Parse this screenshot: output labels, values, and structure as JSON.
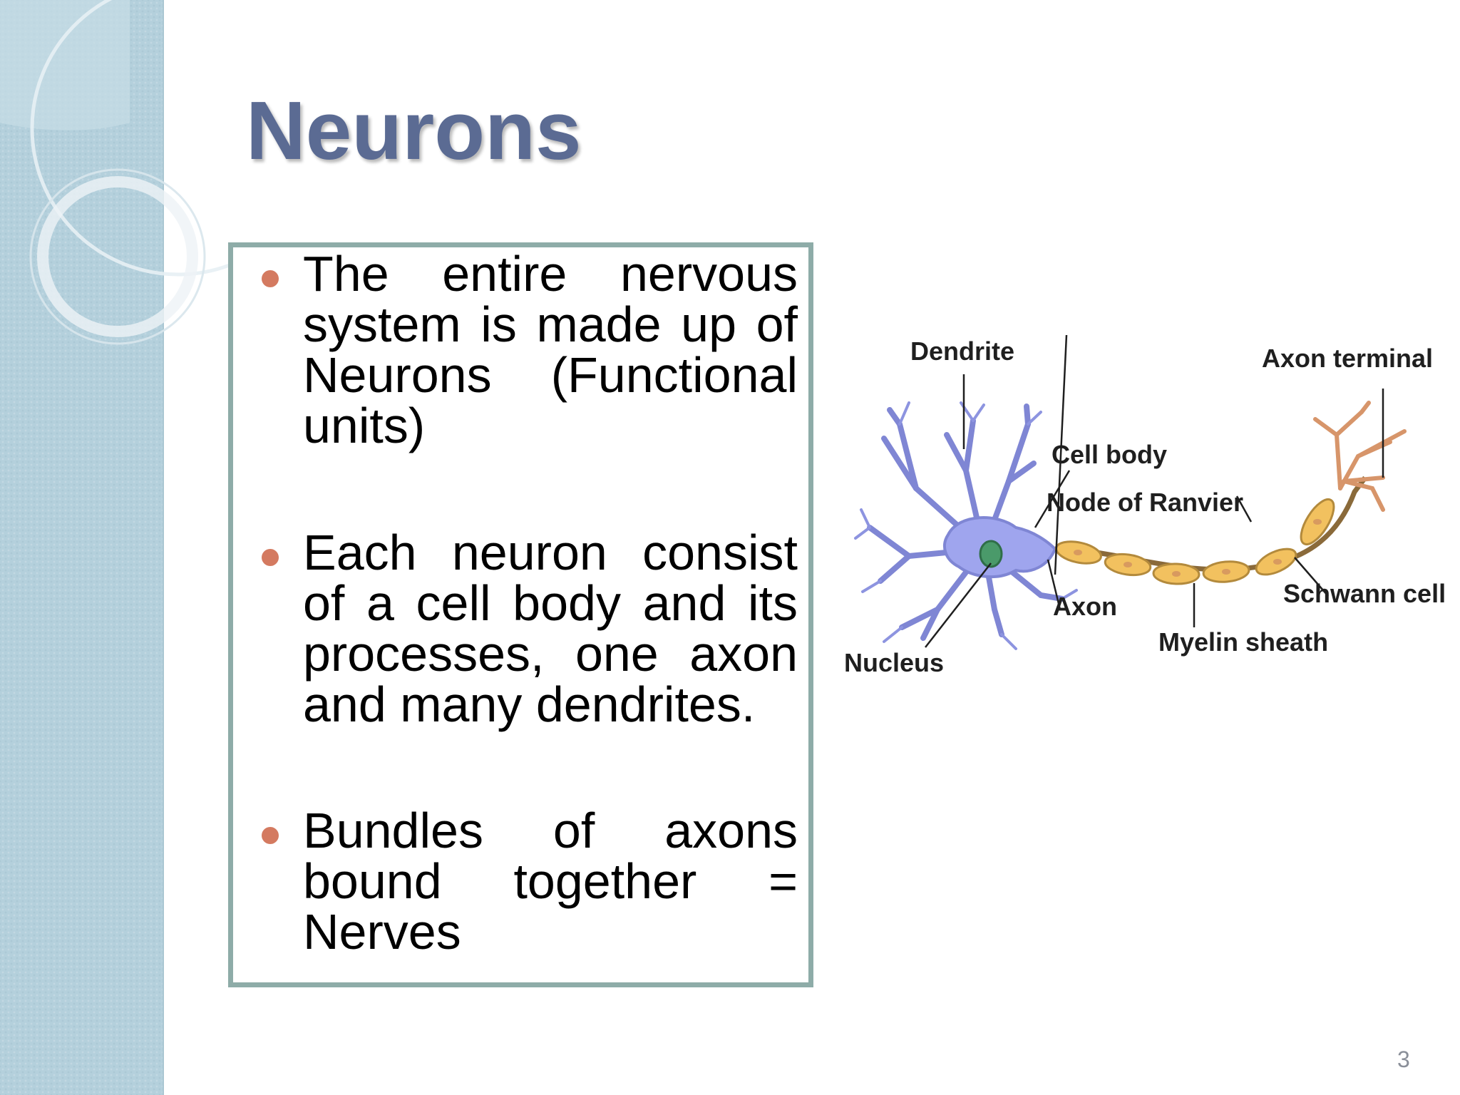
{
  "slide": {
    "title": "Neurons",
    "page_number": "3"
  },
  "bullets": [
    "The entire nervous system is made up of Neurons (Functional units)",
    "Each neuron consist of a cell body and its processes, one axon and many dendrites.",
    "Bundles of axons bound together = Nerves"
  ],
  "diagram": {
    "labels": {
      "dendrite": "Dendrite",
      "axon_terminal": "Axon terminal",
      "cell_body": "Cell body",
      "node_of_ranvier": "Node of Ranvier",
      "axon": "Axon",
      "schwann_cell": "Schwann cell",
      "myelin_sheath": "Myelin sheath",
      "nucleus": "Nucleus"
    }
  },
  "colors": {
    "title": "#5b6b93",
    "bullet_dot": "#d47a60",
    "box_border": "#8eaca8",
    "band": "#b4d0dc",
    "cell": "#9fa5ee",
    "myelin": "#f2c15f",
    "nucleus": "#4a9a6a",
    "terminal": "#d7956a"
  }
}
